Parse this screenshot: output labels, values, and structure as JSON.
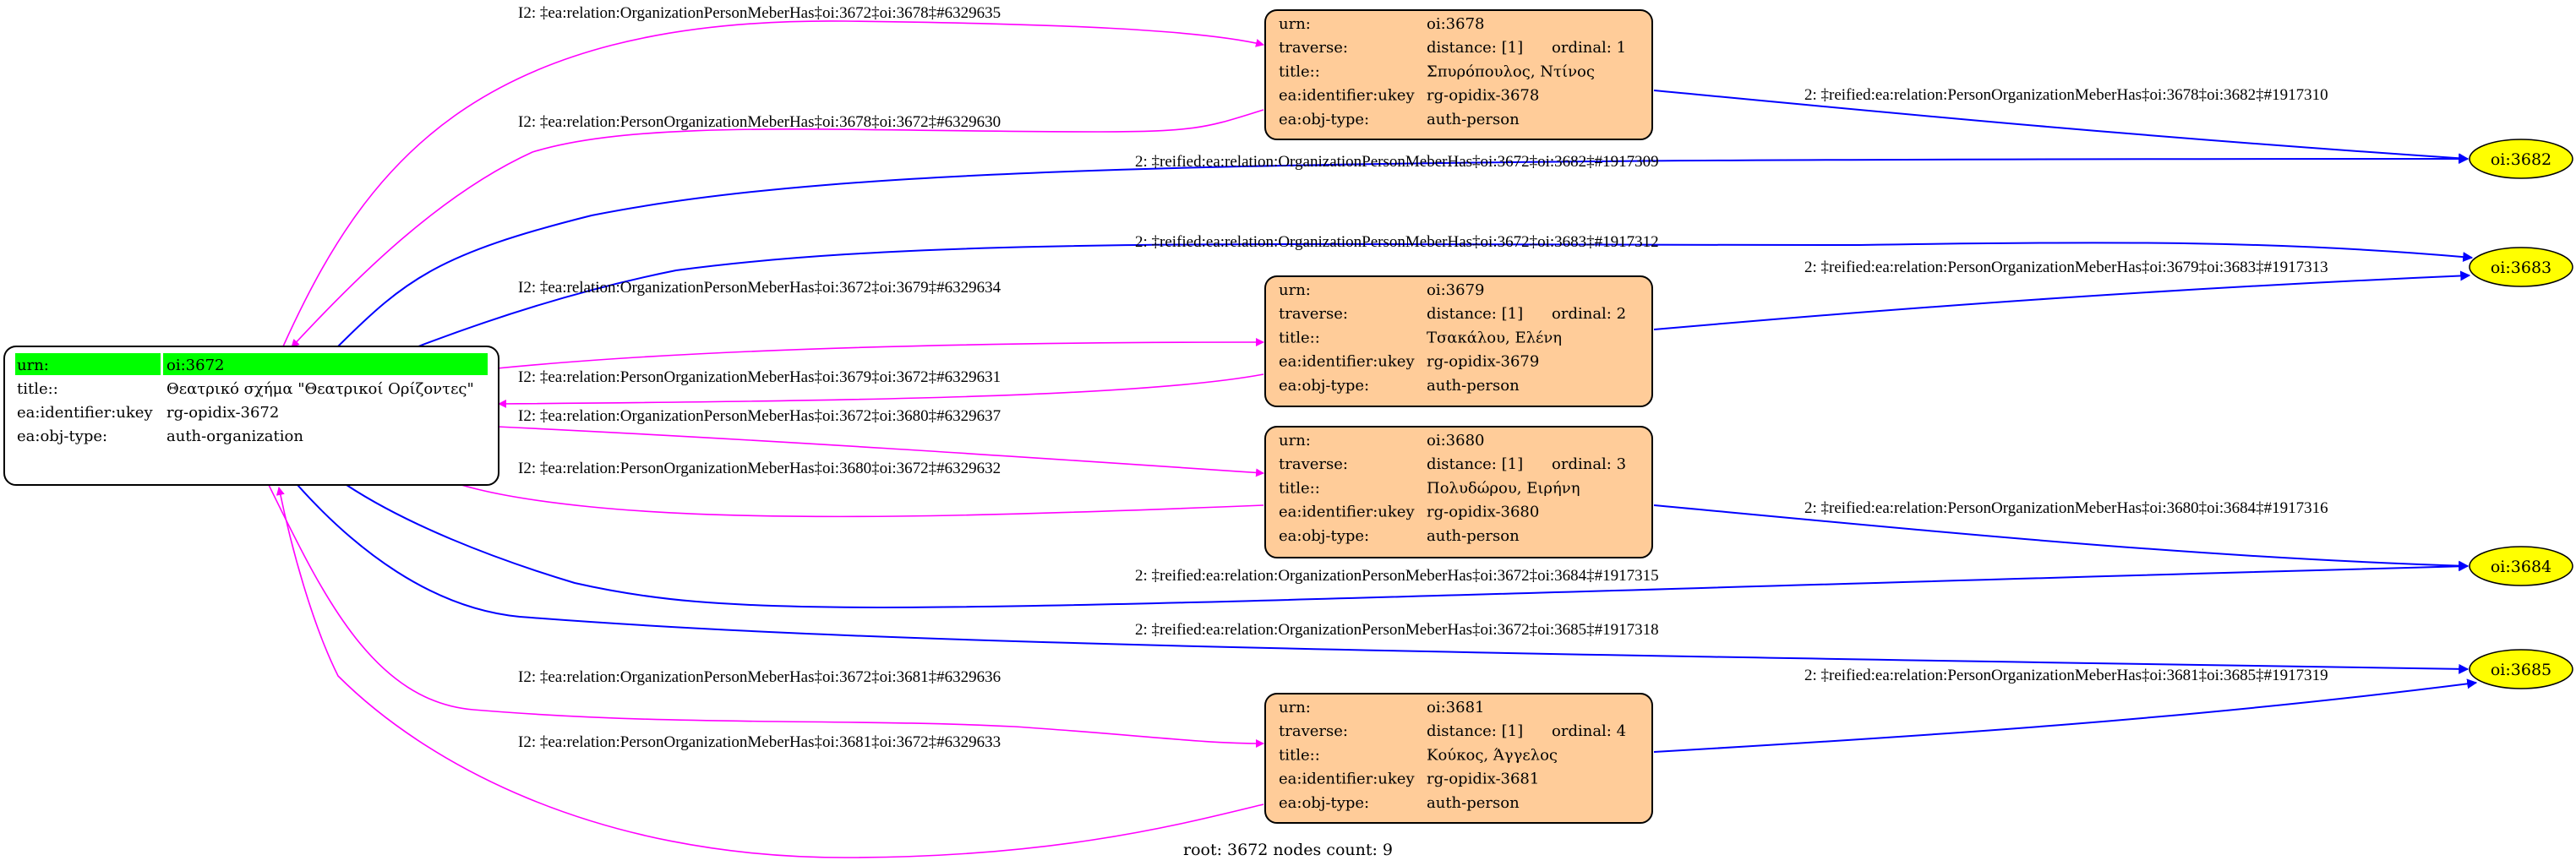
{
  "colors": {
    "root_fill": "#ffffff",
    "root_highlight": "#00ff00",
    "person_fill": "#ffcc99",
    "leaf_fill": "#ffff00",
    "edge_magenta": "#ff00ff",
    "edge_blue": "#0000ff",
    "stroke": "#000000"
  },
  "root_node": {
    "id": "oi:3672",
    "rows": [
      {
        "key": "urn:",
        "value": "oi:3672",
        "highlight": true
      },
      {
        "key": "title::",
        "value": "Θεατρικό σχήμα \"Θεατρικοί Ορίζοντες\""
      },
      {
        "key": "ea:identifier:ukey",
        "value": "rg-opidix-3672"
      },
      {
        "key": "ea:obj-type:",
        "value": "auth-organization"
      }
    ]
  },
  "person_nodes": [
    {
      "id": "oi:3678",
      "rows": [
        {
          "key": "urn:",
          "value": "oi:3678"
        },
        {
          "key": "traverse:",
          "value": "distance: [1]",
          "extra": "ordinal: 1"
        },
        {
          "key": "title::",
          "value": "Σπυρόπουλος, Ντίνος"
        },
        {
          "key": "ea:identifier:ukey",
          "value": "rg-opidix-3678"
        },
        {
          "key": "ea:obj-type:",
          "value": "auth-person"
        }
      ]
    },
    {
      "id": "oi:3679",
      "rows": [
        {
          "key": "urn:",
          "value": "oi:3679"
        },
        {
          "key": "traverse:",
          "value": "distance: [1]",
          "extra": "ordinal: 2"
        },
        {
          "key": "title::",
          "value": "Τσακάλου, Ελένη"
        },
        {
          "key": "ea:identifier:ukey",
          "value": "rg-opidix-3679"
        },
        {
          "key": "ea:obj-type:",
          "value": "auth-person"
        }
      ]
    },
    {
      "id": "oi:3680",
      "rows": [
        {
          "key": "urn:",
          "value": "oi:3680"
        },
        {
          "key": "traverse:",
          "value": "distance: [1]",
          "extra": "ordinal: 3"
        },
        {
          "key": "title::",
          "value": "Πολυδώρου, Ειρήνη"
        },
        {
          "key": "ea:identifier:ukey",
          "value": "rg-opidix-3680"
        },
        {
          "key": "ea:obj-type:",
          "value": "auth-person"
        }
      ]
    },
    {
      "id": "oi:3681",
      "rows": [
        {
          "key": "urn:",
          "value": "oi:3681"
        },
        {
          "key": "traverse:",
          "value": "distance: [1]",
          "extra": "ordinal: 4"
        },
        {
          "key": "title::",
          "value": "Κούκος, Άγγελος"
        },
        {
          "key": "ea:identifier:ukey",
          "value": "rg-opidix-3681"
        },
        {
          "key": "ea:obj-type:",
          "value": "auth-person"
        }
      ]
    }
  ],
  "leaf_nodes": [
    {
      "id": "oi:3682",
      "label": "oi:3682"
    },
    {
      "id": "oi:3683",
      "label": "oi:3683"
    },
    {
      "id": "oi:3684",
      "label": "oi:3684"
    },
    {
      "id": "oi:3685",
      "label": "oi:3685"
    }
  ],
  "edges": [
    {
      "from": "oi:3672",
      "to": "oi:3678",
      "color": "magenta",
      "label": "I2: ‡ea:relation:OrganizationPersonMeberHas‡oi:3672‡oi:3678‡#6329635"
    },
    {
      "from": "oi:3678",
      "to": "oi:3672",
      "color": "magenta",
      "label": "I2: ‡ea:relation:PersonOrganizationMeberHas‡oi:3678‡oi:3672‡#6329630"
    },
    {
      "from": "oi:3678",
      "to": "oi:3682",
      "color": "blue",
      "label": "2: ‡reified:ea:relation:PersonOrganizationMeberHas‡oi:3678‡oi:3682‡#1917310"
    },
    {
      "from": "oi:3672",
      "to": "oi:3682",
      "color": "blue",
      "label": "2: ‡reified:ea:relation:OrganizationPersonMeberHas‡oi:3672‡oi:3682‡#1917309"
    },
    {
      "from": "oi:3672",
      "to": "oi:3683",
      "color": "blue",
      "label": "2: ‡reified:ea:relation:OrganizationPersonMeberHas‡oi:3672‡oi:3683‡#1917312"
    },
    {
      "from": "oi:3679",
      "to": "oi:3683",
      "color": "blue",
      "label": "2: ‡reified:ea:relation:PersonOrganizationMeberHas‡oi:3679‡oi:3683‡#1917313"
    },
    {
      "from": "oi:3672",
      "to": "oi:3679",
      "color": "magenta",
      "label": "I2: ‡ea:relation:OrganizationPersonMeberHas‡oi:3672‡oi:3679‡#6329634"
    },
    {
      "from": "oi:3679",
      "to": "oi:3672",
      "color": "magenta",
      "label": "I2: ‡ea:relation:PersonOrganizationMeberHas‡oi:3679‡oi:3672‡#6329631"
    },
    {
      "from": "oi:3672",
      "to": "oi:3680",
      "color": "magenta",
      "label": "I2: ‡ea:relation:OrganizationPersonMeberHas‡oi:3672‡oi:3680‡#6329637"
    },
    {
      "from": "oi:3680",
      "to": "oi:3672",
      "color": "magenta",
      "label": "I2: ‡ea:relation:PersonOrganizationMeberHas‡oi:3680‡oi:3672‡#6329632"
    },
    {
      "from": "oi:3680",
      "to": "oi:3684",
      "color": "blue",
      "label": "2: ‡reified:ea:relation:PersonOrganizationMeberHas‡oi:3680‡oi:3684‡#1917316"
    },
    {
      "from": "oi:3672",
      "to": "oi:3684",
      "color": "blue",
      "label": "2: ‡reified:ea:relation:OrganizationPersonMeberHas‡oi:3672‡oi:3684‡#1917315"
    },
    {
      "from": "oi:3672",
      "to": "oi:3685",
      "color": "blue",
      "label": "2: ‡reified:ea:relation:OrganizationPersonMeberHas‡oi:3672‡oi:3685‡#1917318"
    },
    {
      "from": "oi:3681",
      "to": "oi:3685",
      "color": "blue",
      "label": "2: ‡reified:ea:relation:PersonOrganizationMeberHas‡oi:3681‡oi:3685‡#1917319"
    },
    {
      "from": "oi:3672",
      "to": "oi:3681",
      "color": "magenta",
      "label": "I2: ‡ea:relation:OrganizationPersonMeberHas‡oi:3672‡oi:3681‡#6329636"
    },
    {
      "from": "oi:3681",
      "to": "oi:3672",
      "color": "magenta",
      "label": "I2: ‡ea:relation:PersonOrganizationMeberHas‡oi:3681‡oi:3672‡#6329633"
    }
  ],
  "footer": "root: 3672 nodes count: 9"
}
